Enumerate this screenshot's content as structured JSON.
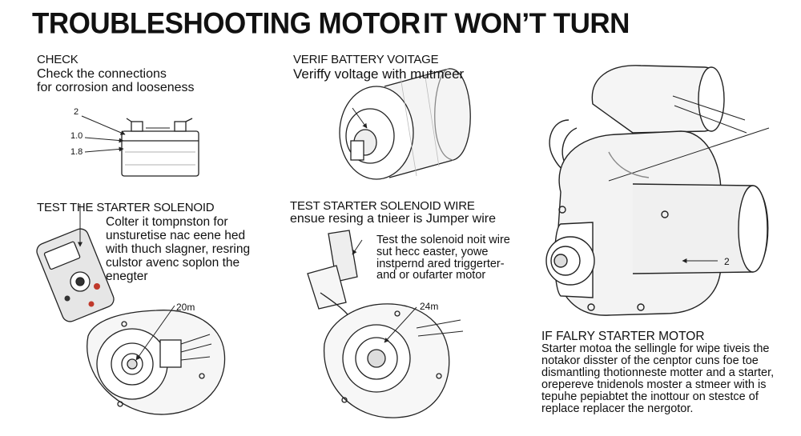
{
  "title_left": "TROUBLESHOOTING MOTOR",
  "title_right": "IT WON’T TURN",
  "check": {
    "heading": "CHECK",
    "line1": "Check the connections",
    "line2": "for corrosion and looseness",
    "label_top": "2",
    "label_mid": "1.0",
    "label_bot": "1.8"
  },
  "battery_voltage": {
    "heading": "VERIF BATTERY VOITAGE",
    "subheading": "Veriffy voltage with mutmeer"
  },
  "solenoid_test": {
    "heading": "TEST THE STARTER SOLENOID",
    "lines": [
      "Colter it tompnston for",
      "unsturetise nac eene hed",
      "with thuch slagner, resring",
      "culstor avenc soplon the",
      "enegter"
    ],
    "label": "20m"
  },
  "solenoid_wire": {
    "heading": "TEST STARTER SOLENOID WIRE",
    "subheading": "ensue resing a tnieer is Jumper wire",
    "lines": [
      "Test the solenoid noit wire",
      "sut hecc easter, yowe",
      "instpernd ared triggerter-",
      "and or oufarter motor"
    ],
    "label": "24m"
  },
  "starter_motor": {
    "label": "2"
  },
  "faulty": {
    "heading": "IF FALRY STARTER MOTOR",
    "lines": [
      "Starter motoa the sellingle for wipe tiveis the",
      "notakor disster of the cenptor cuns foe toe",
      "dismantling thotionneste motter and a starter,",
      "orepereve tnidenols moster a stmeer with is",
      "tepuhe pepiabtet the inottour on stestce of",
      "replace replacer the nergotor."
    ]
  }
}
